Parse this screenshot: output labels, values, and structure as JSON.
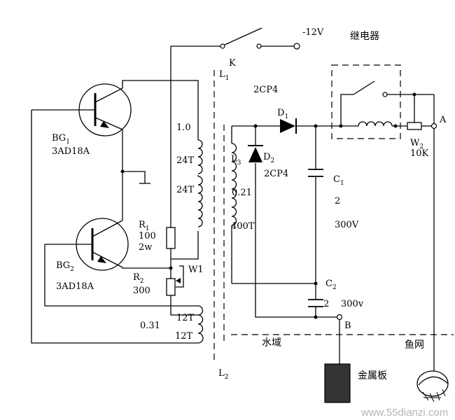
{
  "components": {
    "bg1": {
      "name": "BG",
      "sub": "1",
      "model": "3AD18A"
    },
    "bg2": {
      "name": "BG",
      "sub": "2",
      "model": "3AD18A"
    },
    "r1": {
      "name": "R",
      "sub": "1",
      "value": "100",
      "power": "2w"
    },
    "r2": {
      "name": "R",
      "sub": "2",
      "value": "300"
    },
    "w1": {
      "name": "W1"
    },
    "l1": {
      "name": "L",
      "sub": "1",
      "taps": [
        "1.0",
        "24T",
        "24T"
      ]
    },
    "l2": {
      "name": "L",
      "sub": "2",
      "wire": "0.31",
      "taps": [
        "12T",
        "12T"
      ]
    },
    "l3": {
      "name": "L",
      "sub": "3",
      "wire": "0.21",
      "turns": "400T"
    },
    "d1": {
      "name": "D",
      "sub": "1",
      "model": "2CP4"
    },
    "d2": {
      "name": "D",
      "sub": "2",
      "model": "2CP4"
    },
    "c1": {
      "name": "C",
      "sub": "1",
      "value": "2",
      "voltage": "300V"
    },
    "c2": {
      "name": "C",
      "sub": "2",
      "value": "2",
      "voltage": "300v"
    },
    "w2": {
      "name": "W",
      "sub": "2",
      "value": "10K"
    },
    "switch": {
      "name": "K",
      "supply": "-12V"
    },
    "relay": {
      "name": "继电器"
    }
  },
  "nodes": {
    "a": "A",
    "b": "B"
  },
  "labels": {
    "water": "水域",
    "net": "鱼网",
    "plate": "金属板"
  },
  "watermark": "www.55dianzi.com"
}
